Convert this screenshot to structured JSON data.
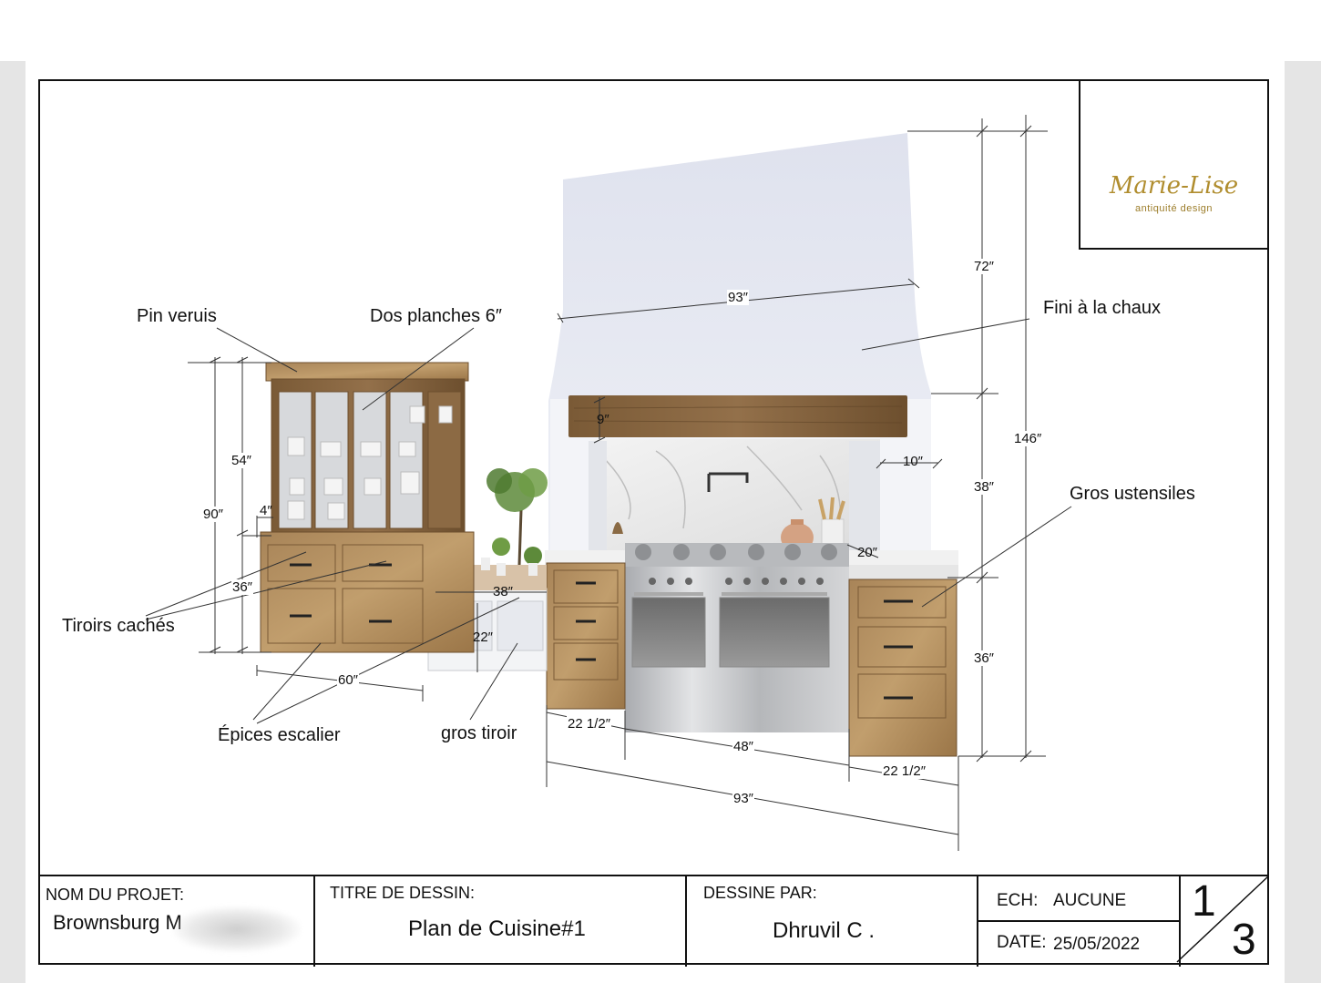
{
  "brand": {
    "name": "Marie-Lise",
    "tagline": "antiquité design",
    "gold": "#b08d2e"
  },
  "annotations": {
    "pin_veruis": "Pin veruis",
    "dos_planches": "Dos planches 6″",
    "fini_chaux": "Fini à la chaux",
    "gros_ustensiles": "Gros ustensiles",
    "tiroirs_caches": "Tiroirs cachés",
    "epices_escalier": "Épices escalier",
    "gros_tiroir": "gros tiroir"
  },
  "dimensions": {
    "hutch_54": "54″",
    "hutch_90": "90″",
    "hutch_4": "4″",
    "hutch_36": "36″",
    "hutch_60": "60″",
    "bench_38": "38″",
    "bench_22": "22″",
    "hood_93": "93″",
    "beam_9": "9″",
    "niche_10": "10″",
    "niche_20": "20″",
    "right_72": "72″",
    "right_38": "38″",
    "right_36": "36″",
    "total_146": "146″",
    "base_22_half_left": "22 1/2″",
    "base_48": "48″",
    "base_22_half_right": "22 1/2″",
    "base_93": "93″"
  },
  "title_block": {
    "project_label": "NOM DU PROJET:",
    "project_value": "Brownsburg M",
    "title_label": "TITRE DE DESSIN:",
    "title_value": "Plan de Cuisine#1",
    "drawn_label": "DESSINE PAR:",
    "drawn_value": "Dhruvil C .",
    "scale_label": "ECH:",
    "scale_value": "AUCUNE",
    "date_label": "DATE:",
    "date_value": "25/05/2022",
    "page_current": "1",
    "page_total": "3"
  }
}
